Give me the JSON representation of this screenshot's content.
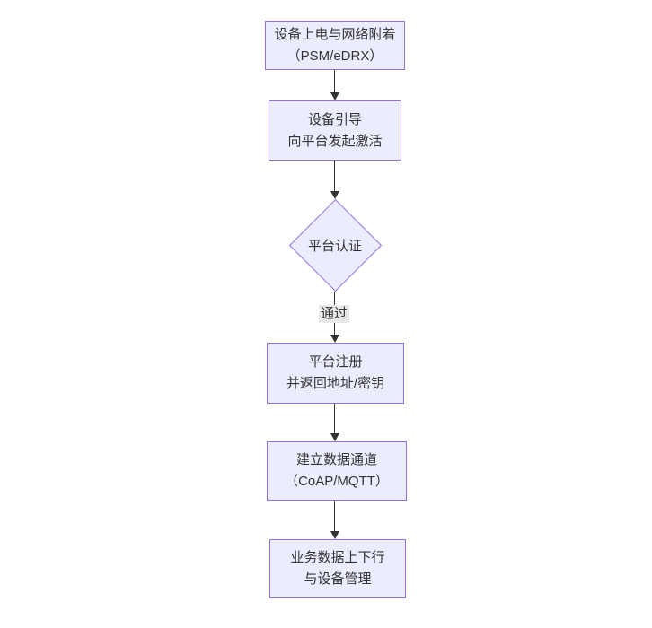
{
  "theme": {
    "background": "#ffffff",
    "node_fill": "#ECECFF",
    "node_border": "#9370DB",
    "text_color": "#333333",
    "edge_color": "#333333",
    "edge_label_bg": "#e8e8e8"
  },
  "flowchart": {
    "nodes": [
      {
        "id": "power-on-attach",
        "shape": "rect",
        "lines": [
          "设备上电与网络附着",
          "（PSM/eDRX）"
        ]
      },
      {
        "id": "bootstrap",
        "shape": "rect",
        "lines": [
          "设备引导",
          "向平台发起激活"
        ]
      },
      {
        "id": "platform-auth",
        "shape": "diamond",
        "lines": [
          "平台认证"
        ]
      },
      {
        "id": "register",
        "shape": "rect",
        "lines": [
          "平台注册",
          "并返回地址/密钥"
        ]
      },
      {
        "id": "data-channel",
        "shape": "rect",
        "lines": [
          "建立数据通道",
          "（CoAP/MQTT）"
        ]
      },
      {
        "id": "business-mgmt",
        "shape": "rect",
        "lines": [
          "业务数据上下行",
          "与设备管理"
        ]
      }
    ],
    "edge_labels": [
      {
        "text": "通过"
      }
    ]
  }
}
